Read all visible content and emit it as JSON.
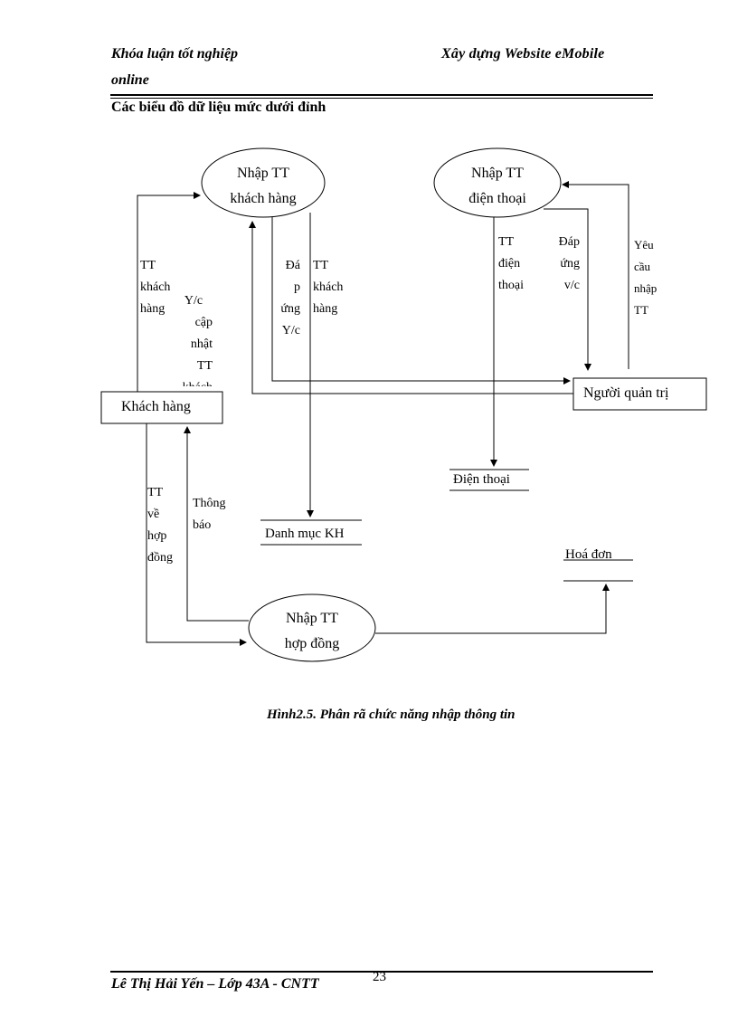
{
  "header": {
    "left_line1": "Khóa luận  tốt nghiệp",
    "left_line2": "online",
    "right": "Xây  dựng  Website  eMobile"
  },
  "section_title": "Các biểu đồ dữ liệu mức dưới đỉnh",
  "diagram": {
    "processes": {
      "nhap_tt_kh": [
        "Nhập TT",
        "khách  hàng"
      ],
      "nhap_tt_dt": [
        "Nhập TT",
        "điện thoại"
      ],
      "nhap_tt_hd": [
        "Nhập TT",
        "hợp đồng"
      ]
    },
    "entities": {
      "khach_hang": "Khách hàng",
      "nguoi_quan_tri": "Người quản trị"
    },
    "stores": {
      "dien_thoai": "Điện thoại",
      "danh_muc_kh": "Danh mục KH",
      "hoa_don": "Hoá đơn"
    },
    "flows": {
      "tt_khach_hang_1": [
        "TT",
        "khách",
        "hàng"
      ],
      "yc_cap_nhat": [
        "Y/c",
        "cập",
        "nhật",
        "TT",
        "khách"
      ],
      "dap_ung_yc": [
        "Đá",
        "p",
        "ứng",
        "Y/c"
      ],
      "tt_khach_hang_2": [
        "TT",
        "khách",
        "hàng"
      ],
      "tt_dien_thoai": [
        "TT",
        "điện",
        "thoại"
      ],
      "dap_ung_vc": [
        "Đáp",
        "ứng",
        "v/c"
      ],
      "yeu_cau_nhap_tt": [
        "Yêu",
        "cầu",
        "nhập",
        "TT"
      ],
      "tt_ve_hop_dong": [
        "TT",
        "về",
        "hợp",
        "đồng"
      ],
      "thong_bao": [
        "Thông",
        "báo"
      ]
    }
  },
  "caption": "Hình2.5. Phân rã chức năng nhập thông tin",
  "footer": {
    "author": "Lê Thị Hải Yến – Lớp 43A - CNTT",
    "page_number": "23"
  }
}
